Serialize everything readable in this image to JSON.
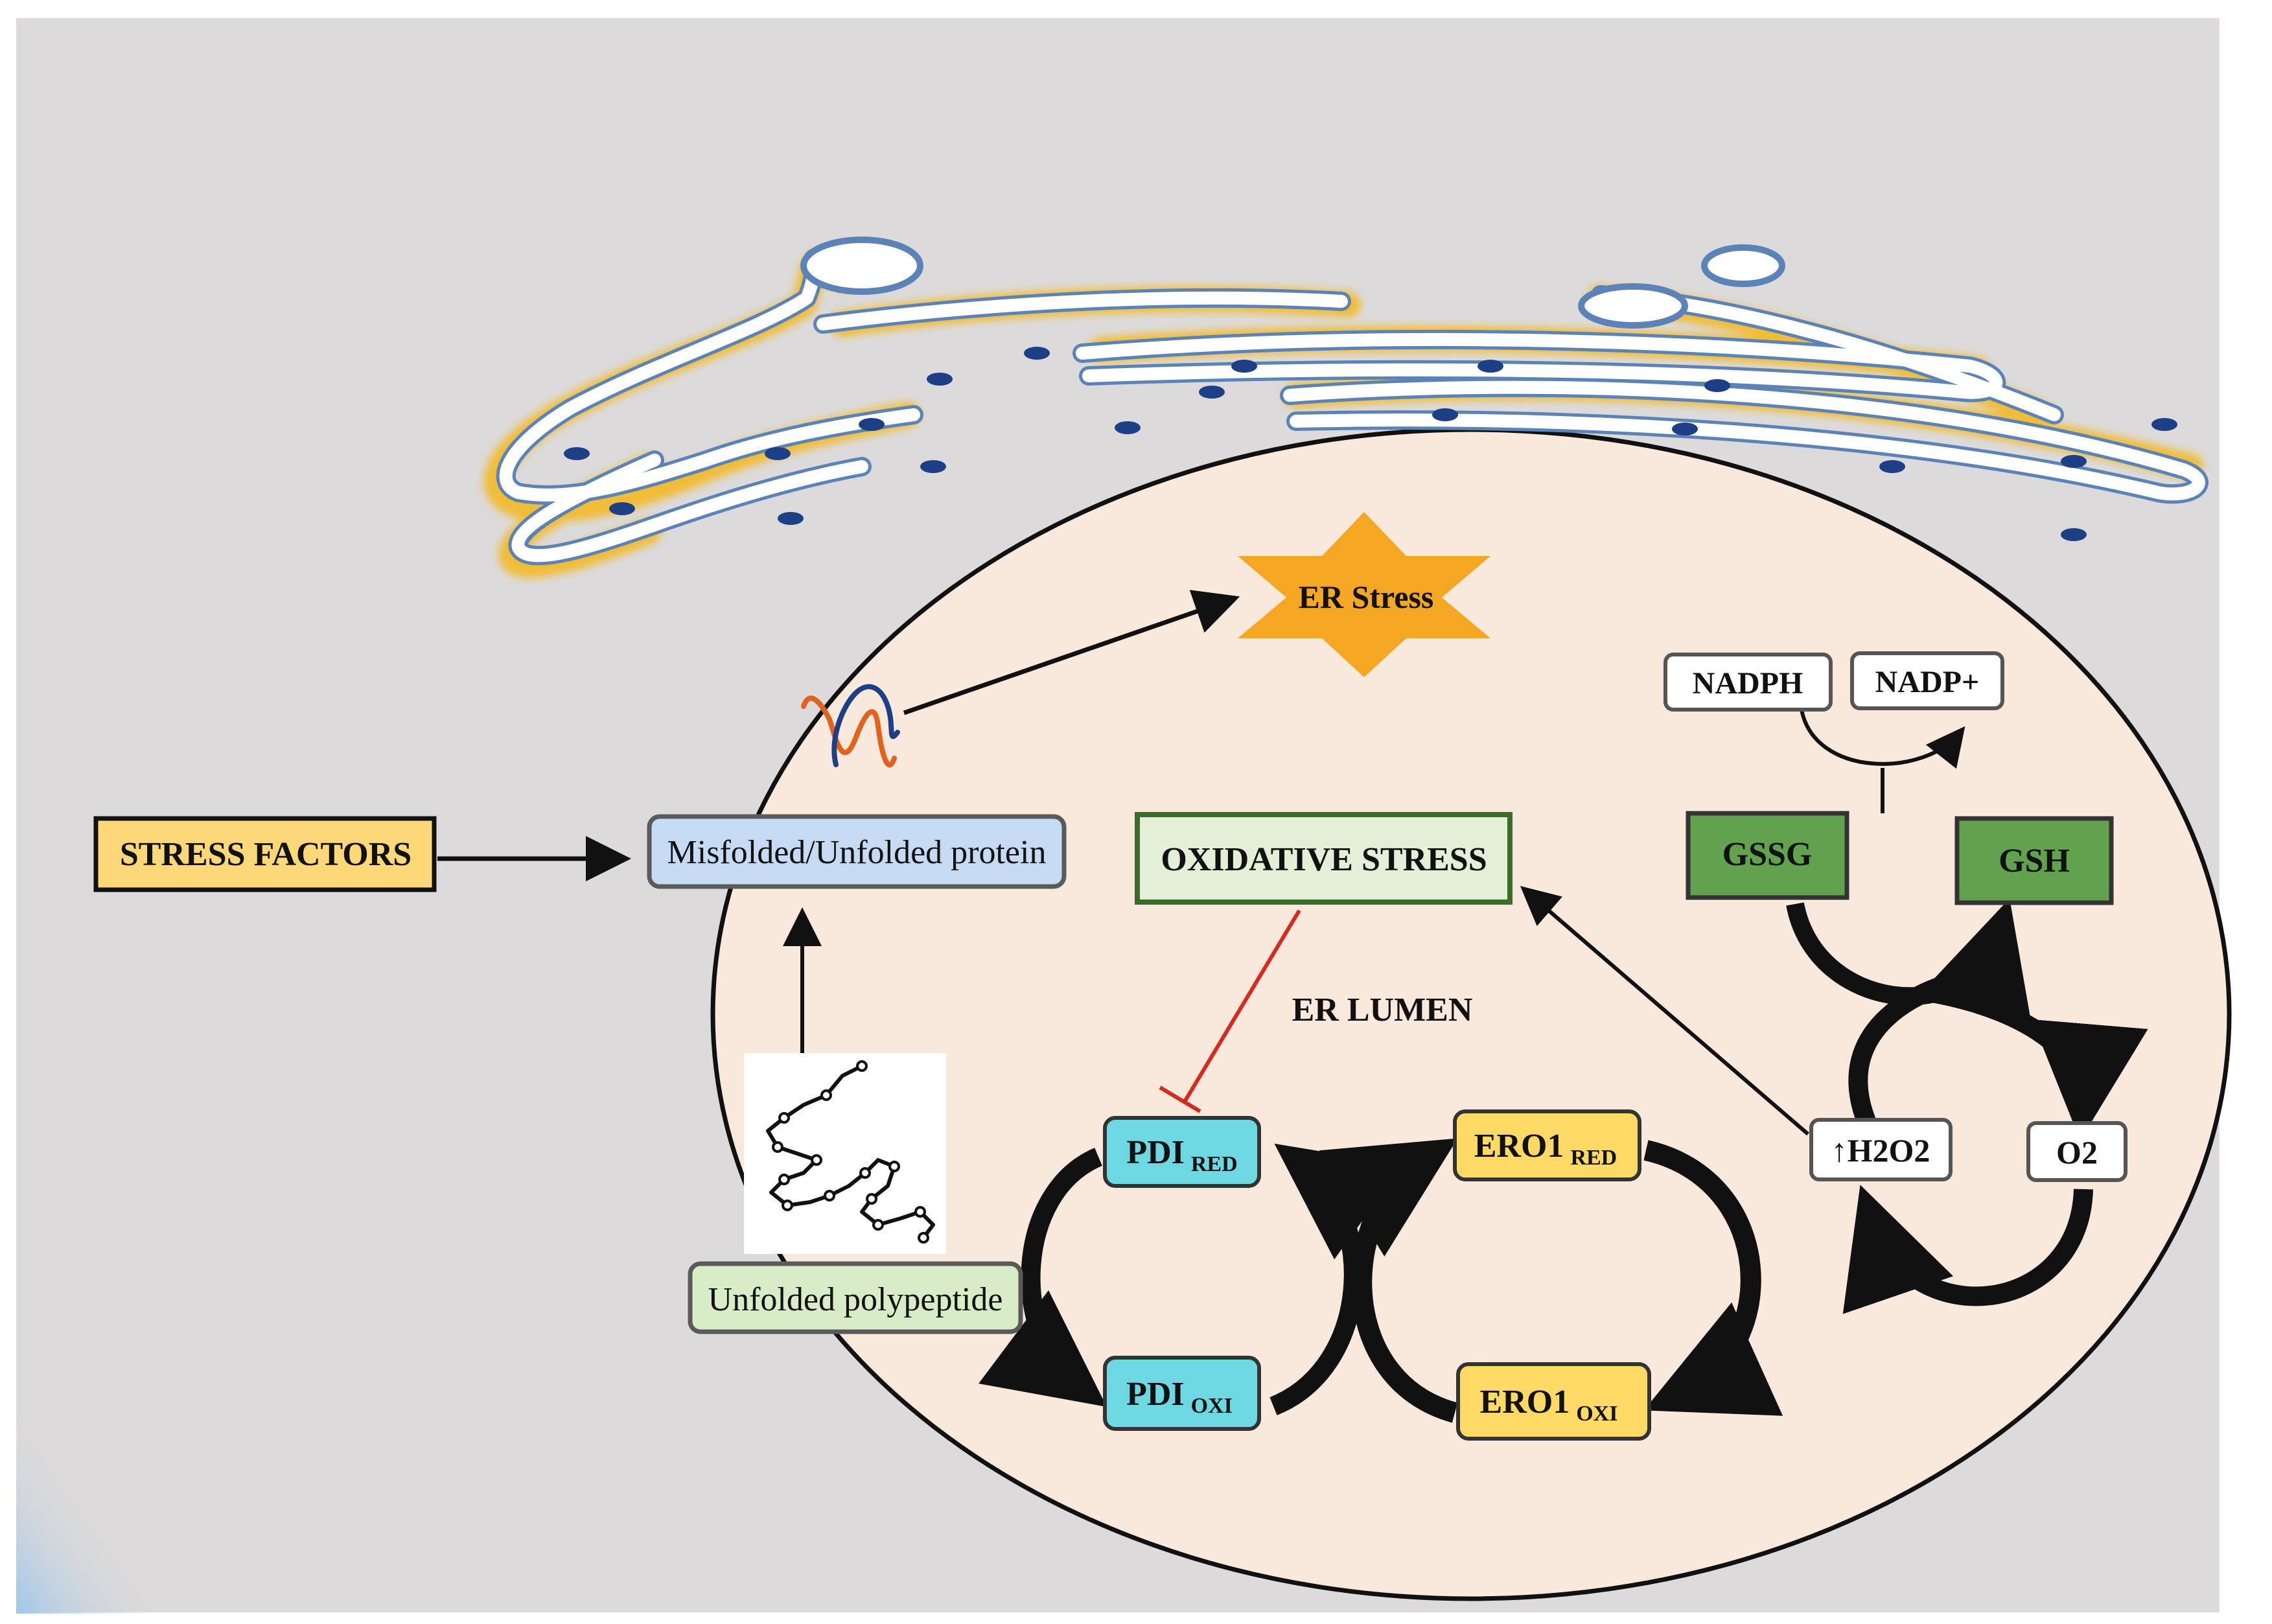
{
  "labels": {
    "stress_factors": "STRESS FACTORS",
    "misfolded_protein": "Misfolded/Unfolded protein",
    "unfolded_polypeptide": "Unfolded polypeptide",
    "er_stress": "ER Stress",
    "oxidative_stress": "OXIDATIVE STRESS",
    "er_lumen": "ER LUMEN",
    "pdi": "PDI",
    "red": "RED",
    "oxi": "OXI",
    "ero1": "ERO1",
    "nadph": "NADPH",
    "nadp_plus": "NADP+",
    "gssg": "GSSG",
    "gsh": "GSH",
    "h2o2": "↑H2O2",
    "o2": "O2"
  },
  "colors": {
    "background": "#dcdadb",
    "lumen_fill": "#f9e9dd",
    "er_membrane": "#5b83b8",
    "er_glow": "#f4b81c",
    "ribosome": "#1c3f86",
    "stress_box": "#fdd878",
    "misfolded_box": "#c6dbf3",
    "polypeptide_box": "#d8ecc8",
    "oxidative_box": "#e3f0d7",
    "pdi_box": "#6ed8e2",
    "ero1_box": "#ffd966",
    "glutathione_box": "#62a14e",
    "er_stress_star": "#f5a623",
    "inhibition_line": "#d62a1f"
  }
}
